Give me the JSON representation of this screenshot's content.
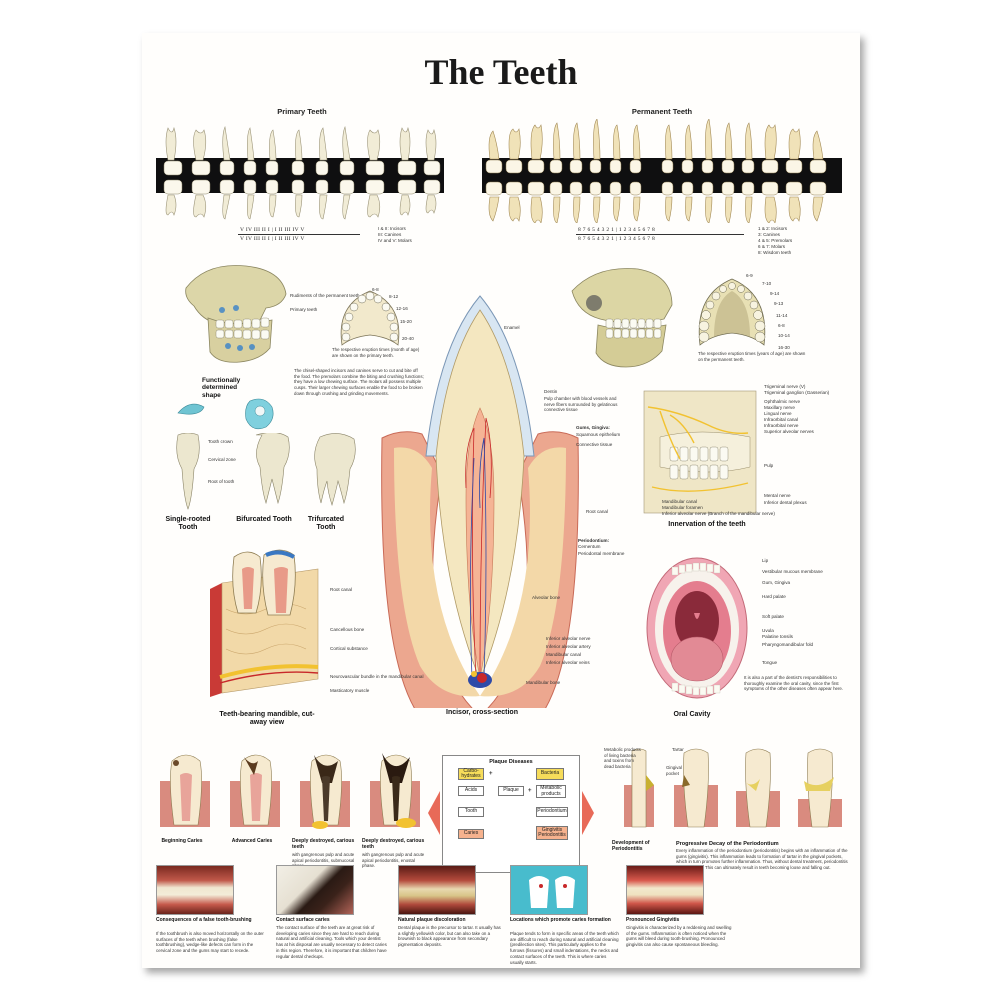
{
  "title": "The Teeth",
  "colors": {
    "enamel": "#e7eef6",
    "dentin": "#f3e6c4",
    "gum": "#e88979",
    "bone": "#f2d9a8",
    "nerve": "#f2c230",
    "artery": "#c8282a",
    "vein": "#2e4aa8",
    "bar": "#0f0f10"
  },
  "primary": {
    "heading": "Primary Teeth",
    "row1": "V  IV  III  II   I  |  I   II  III  IV  V",
    "row2": "V  IV  III  II   I  |  I   II  III  IV  V",
    "legend": [
      "I & II: Incisors",
      "III: Canines",
      "IV and V: Molars"
    ],
    "skull_labels": [
      "Rudiments of the permanent teeth",
      "Primary teeth"
    ],
    "arch_labels": [
      "6-8",
      "8-12",
      "12-16",
      "15-20",
      "20-40"
    ],
    "arch_note": "The respective eruption times (month of age) are shown on the primary teeth."
  },
  "permanent": {
    "heading": "Permanent Teeth",
    "row1": "8  7  6  5  4  3  2  1  |  1  2  3  4  5  6  7  8",
    "row2": "8  7  6  5  4  3  2  1  |  1  2  3  4  5  6  7  8",
    "legend": [
      "1 & 2: Incisors",
      "3: Canines",
      "4 & 5: Premolars",
      "6 & 7: Molars",
      "8: Wisdom teeth"
    ],
    "arch_labels": [
      "6-9",
      "7-10",
      "9-14",
      "9-13",
      "11-14",
      "6-8",
      "10-14",
      "16-30"
    ],
    "arch_note": "The respective eruption times (years of age) are shown on the permanent teeth."
  },
  "functional": {
    "caption": "Functionally determined shape",
    "text": "The chisel-shaped incisors and canines serve to cut and bite off the food. The premolars combine the biting and crushing functions; they have a low chewing surface. The molars all possess multiple cusps. Their larger chewing surfaces enable the food to be broken down through crushing and grinding movements."
  },
  "roots": {
    "labels": [
      "Tooth crown",
      "Cervical zone",
      "Root of tooth"
    ],
    "captions": [
      "Single-rooted Tooth",
      "Bifurcated Tooth",
      "Trifurcated Tooth"
    ]
  },
  "incisor": {
    "caption": "Incisor, cross-section",
    "labels": [
      "Enamel",
      "Dentin",
      "Pulp chamber with blood vessels and nerve fibers surrounded by gelatinous connective tissue",
      "Gums, Gingiva:",
      "Squamous epithelium",
      "Connective tissue",
      "Root canal",
      "Periodontium:",
      "Cementum",
      "Periodontal membrane",
      "Alveolar bone",
      "Inferior alveolar nerve",
      "Inferior alveolar artery",
      "Mandibular canal",
      "Inferior alveolar veins",
      "Mandibular bone"
    ]
  },
  "innervation": {
    "caption": "Innervation of the teeth",
    "labels": [
      "Trigeminal nerve (V)",
      "Trigeminal ganglion (Gasserian)",
      "Ophthalmic nerve",
      "Maxillary nerve",
      "Lingual nerve",
      "Infraorbital canal",
      "Infraorbital nerve",
      "Superior alveolar nerves",
      "Pulp",
      "Mental nerve",
      "Inferior dental plexus"
    ],
    "bottom_labels": [
      "Mandibular canal",
      "Mandibular foramen",
      "Inferior alveolar nerve (Branch of the mandibular nerve)"
    ]
  },
  "mandible": {
    "caption": "Teeth-bearing mandible, cut-away view",
    "labels": [
      "Root canal",
      "Cancellous bone",
      "Cortical substance",
      "Neurovascular bundle in the mandibular canal",
      "Masticatory muscle"
    ]
  },
  "oral": {
    "caption": "Oral Cavity",
    "labels": [
      "Lip",
      "Vestibular mucous membrane",
      "Gum, Gingiva",
      "Hard palate",
      "Soft palate",
      "Uvula",
      "Palatine tonsils",
      "Pharyngomandibular fold",
      "Tongue"
    ],
    "note": "It is also a part of the dentist's responsibilities to thoroughly examine the oral cavity, since the first symptoms of the other diseases often appear here."
  },
  "caries": [
    {
      "caption": "Beginning Caries",
      "sub": ""
    },
    {
      "caption": "Advanced Caries",
      "sub": ""
    },
    {
      "caption": "Deeply destroyed, carious teeth",
      "sub": "with gangrenous pulp and acute apical periodontitis, submucosal phase."
    },
    {
      "caption": "Deeply destroyed, carious teeth",
      "sub": "with gangrenous pulp and acute apical periodontitis, enostal phase."
    }
  ],
  "plaque": {
    "title": "Plaque Diseases",
    "boxes": [
      "Carbo-hydrates",
      "Bacteria",
      "Acids",
      "Plaque",
      "Metabolic products",
      "Tooth",
      "Periodontium",
      "Caries",
      "Gingivitis Periodontitis"
    ],
    "plus": "+"
  },
  "perio": {
    "labels": [
      "Metabolic products of living bacteria and toxins from dead bacteria",
      "Tartar",
      "Gingival pocket"
    ],
    "caption1": "Development of Periodontitis",
    "caption2": "Progressive Decay of the Periodontium",
    "text": "Every inflammation of the periodontium (periodontitis) begins with an inflammation of the gums (gingivitis). This inflammation leads to formation of tartar in the gingival pockets, which in turn promotes further inflammation. Thus, without dental treatment, periodontitis may progress. This can ultimately result in teeth becoming loose and falling out."
  },
  "photos": [
    {
      "caption": "Consequences of a false tooth-brushing",
      "text": "If the toothbrush is also moved horizontally on the outer surfaces of the teeth when brushing (false toothbrushing), wedge-like defects can form in the cervical zone and the gums may start to recede."
    },
    {
      "caption": "Contact surface caries",
      "text": "The contact surface of the teeth are at great risk of developing caries since they are hard to reach during natural and artificial cleaning. Tools which your dentist has at his disposal are usually necessary to detect caries in this region. Therefore, it is important that children have regular dental checkups."
    },
    {
      "caption": "Natural plaque discoloration",
      "text": "Dental plaque is the precursor to tartar. It usually has a slightly yellowish color, but can also take on a brownish to black appearance from secondary pigmentation deposits."
    },
    {
      "caption": "Locations which promote caries formation",
      "text": "Plaque tends to form in specific areas of the teeth which are difficult to reach during natural and artificial cleaning (predilection sites). This particularly applies to the furrows (fissures) and small indentations, the necks and contact surfaces of the teeth. This is where caries usually starts."
    },
    {
      "caption": "Pronounced Gingivitis",
      "text": "Gingivitis is characterized by a reddening and swelling of the gums. Inflammation is often noticed when the gums will bleed during tooth-brushing. Pronounced gingivitis can also cause spontaneous bleeding."
    }
  ]
}
